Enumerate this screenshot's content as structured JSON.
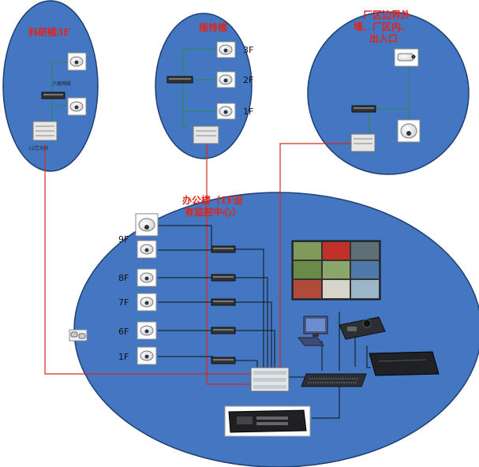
{
  "buildings": {
    "research": {
      "title": "科研楼3F",
      "switch_note": "六类网线",
      "fiber_note": "12芯光纤"
    },
    "reception": {
      "title": "接待楼",
      "floors": [
        "3F",
        "2F",
        "1F"
      ]
    },
    "perimeter": {
      "title_lines": [
        "厂区边界外",
        "墙、厂区内、",
        "出入口"
      ]
    },
    "office": {
      "title_lines": [
        "办公楼（1F设",
        "有监控中心）"
      ],
      "floors": [
        "9F",
        "8F",
        "7F",
        "6F",
        "1F"
      ]
    }
  },
  "colors": {
    "ellipse_fill": "#4477c2",
    "ellipse_stroke": "#1f3f73",
    "fiber_line": "#d62a1f",
    "green_line": "#2a8a4a",
    "black_line": "#111111"
  }
}
